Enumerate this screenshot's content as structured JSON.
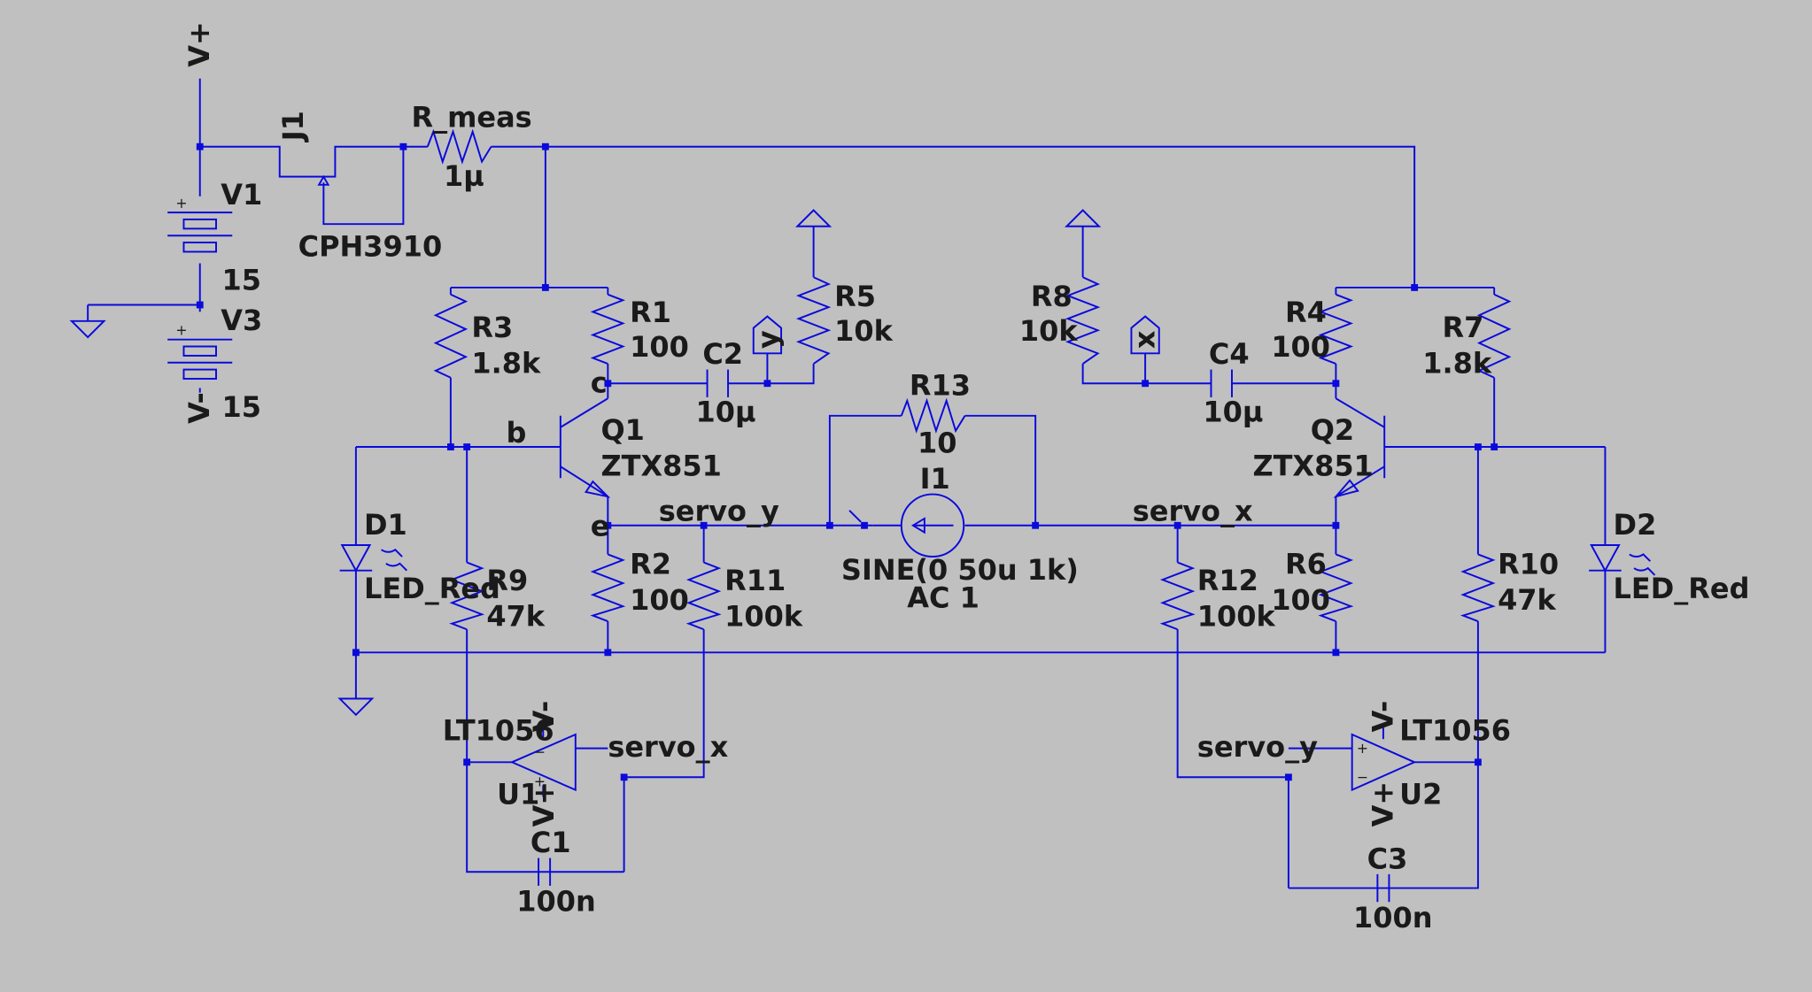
{
  "title": "",
  "components": {
    "V1": {
      "ref": "V1",
      "value": "15"
    },
    "V3": {
      "ref": "V3",
      "value": "15"
    },
    "J1": {
      "ref": "J1",
      "part": "CPH3910"
    },
    "R_meas": {
      "ref": "R_meas",
      "value": "1µ"
    },
    "R1": {
      "ref": "R1",
      "value": "100"
    },
    "R2": {
      "ref": "R2",
      "value": "100"
    },
    "R3": {
      "ref": "R3",
      "value": "1.8k"
    },
    "R4": {
      "ref": "R4",
      "value": "100"
    },
    "R5": {
      "ref": "R5",
      "value": "10k"
    },
    "R6": {
      "ref": "R6",
      "value": "100"
    },
    "R7": {
      "ref": "R7",
      "value": "1.8k"
    },
    "R8": {
      "ref": "R8",
      "value": "10k"
    },
    "R9": {
      "ref": "R9",
      "value": "47k"
    },
    "R10": {
      "ref": "R10",
      "value": "47k"
    },
    "R11": {
      "ref": "R11",
      "value": "100k"
    },
    "R12": {
      "ref": "R12",
      "value": "100k"
    },
    "R13": {
      "ref": "R13",
      "value": "10"
    },
    "C1": {
      "ref": "C1",
      "value": "100n"
    },
    "C2": {
      "ref": "C2",
      "value": "10µ"
    },
    "C3": {
      "ref": "C3",
      "value": "100n"
    },
    "C4": {
      "ref": "C4",
      "value": "10µ"
    },
    "Q1": {
      "ref": "Q1",
      "part": "ZTX851"
    },
    "Q2": {
      "ref": "Q2",
      "part": "ZTX851"
    },
    "D1": {
      "ref": "D1",
      "part": "LED_Red"
    },
    "D2": {
      "ref": "D2",
      "part": "LED_Red"
    },
    "U1": {
      "ref": "U1",
      "part": "LT1056"
    },
    "U2": {
      "ref": "U2",
      "part": "LT1056"
    },
    "I1": {
      "ref": "I1",
      "value_line1": "SINE(0 50u 1k)",
      "value_line2": "AC 1"
    }
  },
  "net_labels": {
    "vplus_top": "V+",
    "vminus_left": "V-",
    "y_port": "y",
    "x_port": "x",
    "servo_y_q1": "servo_y",
    "servo_x_q2": "servo_x",
    "servo_x_u1": "servo_x",
    "servo_y_u2": "servo_y",
    "u1_vminus": "V-",
    "u1_vplus": "V+",
    "u2_vminus": "V-",
    "u2_vplus": "V+",
    "pin_b": "b",
    "pin_c": "c",
    "pin_e": "e"
  },
  "colors": {
    "background": "#c0c0c0",
    "wire": "#0a0adc",
    "text": "#1a1a1a"
  }
}
